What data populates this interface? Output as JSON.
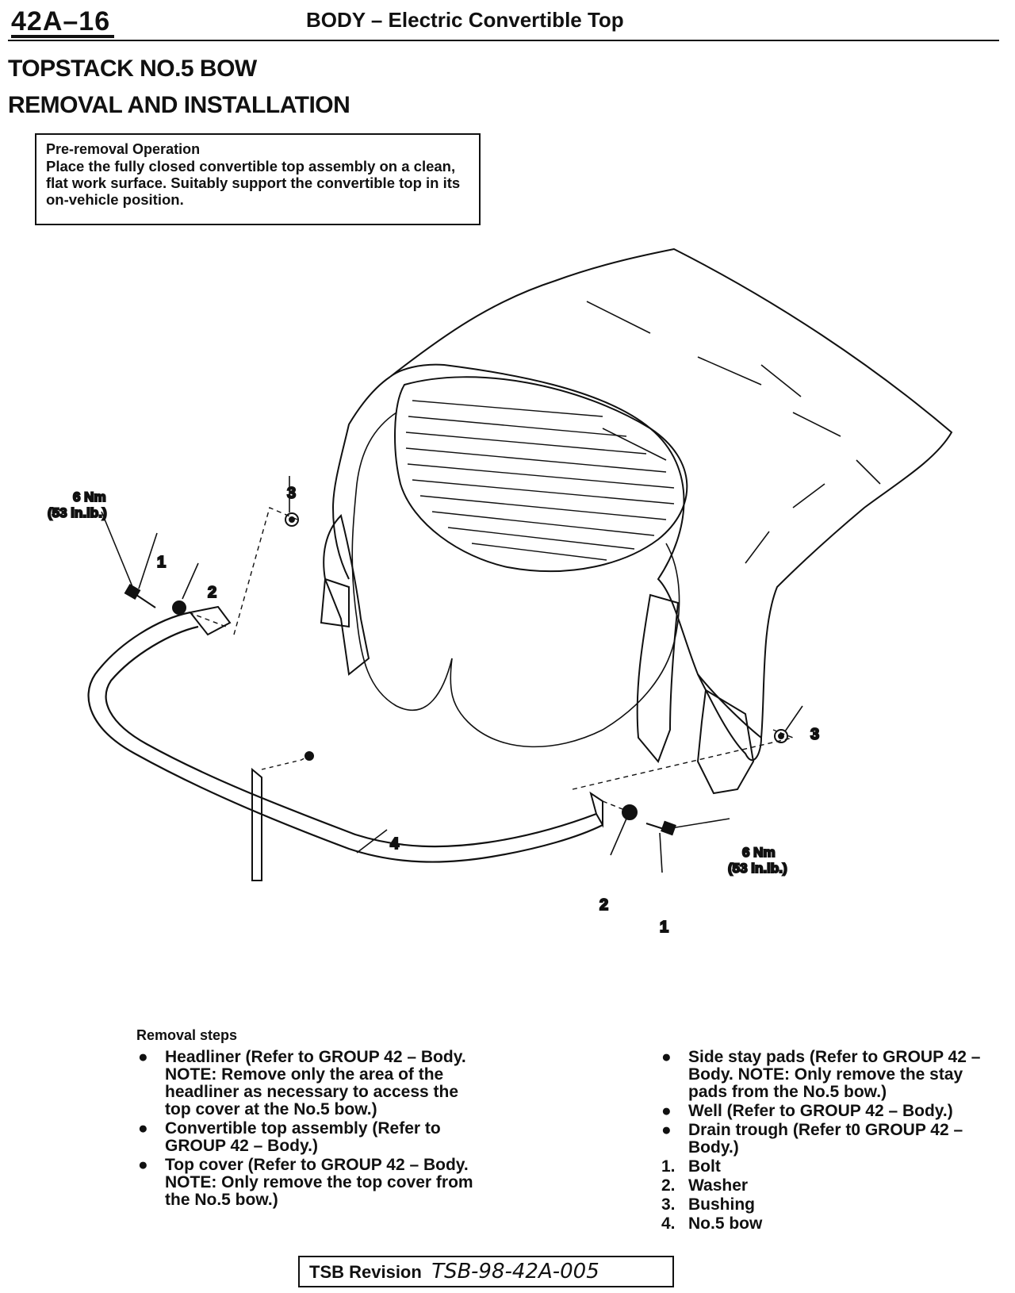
{
  "header": {
    "page_number": "42A–16",
    "title": "BODY – Electric Convertible Top"
  },
  "page_title": {
    "line1": "TOPSTACK NO.5 BOW",
    "line2": "REMOVAL AND INSTALLATION"
  },
  "pre_removal": {
    "heading": "Pre-removal Operation",
    "text": "Place the fully closed convertible top assembly on a clean, flat work surface. Suitably support the convertible top in its on-vehicle position."
  },
  "diagram": {
    "torque_left_value": "6 Nm",
    "torque_left_imperial": "(53 in.lb.)",
    "torque_right_value": "6 Nm",
    "torque_right_imperial": "(53 in.lb.)",
    "callout_bolt_left": "1",
    "callout_washer_left": "2",
    "callout_bushing_left": "3",
    "callout_bushing_right": "3",
    "callout_bow": "4",
    "callout_washer_right": "2",
    "callout_bolt_right": "1"
  },
  "removal_steps": {
    "heading": "Removal steps",
    "bullet_symbol": "●",
    "column1": [
      "Headliner (Refer to GROUP 42 – Body. NOTE: Remove only the area of the headliner as necessary to access the top cover at the No.5 bow.)",
      "Convertible top assembly (Refer to GROUP 42 – Body.)",
      "Top cover (Refer to GROUP 42 – Body. NOTE: Only remove the top cover from the No.5 bow.)"
    ],
    "column2_bullets": [
      "Side stay pads (Refer to GROUP 42 – Body. NOTE: Only remove the stay pads from the No.5 bow.)",
      "Well (Refer to GROUP 42 – Body.)",
      "Drain trough (Refer t0 GROUP 42 – Body.)"
    ],
    "numbered": [
      {
        "num": "1.",
        "label": "Bolt"
      },
      {
        "num": "2.",
        "label": "Washer"
      },
      {
        "num": "3.",
        "label": "Bushing"
      },
      {
        "num": "4.",
        "label": "No.5 bow"
      }
    ]
  },
  "footer": {
    "label": "TSB Revision",
    "code": "TSB-98-42A-005"
  }
}
